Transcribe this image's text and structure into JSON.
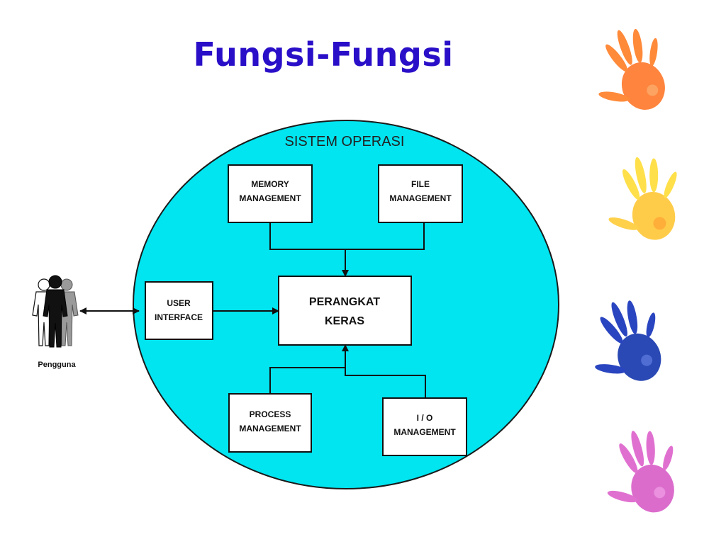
{
  "slide": {
    "title": "Fungsi-Fungsi"
  },
  "diagram": {
    "circle_label": "SISTEM OPERASI",
    "user_label": "Pengguna",
    "boxes": {
      "memory": [
        "MEMORY",
        "MANAGEMENT"
      ],
      "file": [
        "FILE",
        "MANAGEMENT"
      ],
      "user_interface": [
        "USER",
        "INTERFACE"
      ],
      "hardware": [
        "PERANGKAT",
        "KERAS"
      ],
      "process": [
        "PROCESS",
        "MANAGEMENT"
      ],
      "io": [
        "I / O",
        "MANAGEMENT"
      ]
    },
    "colors": {
      "circle_fill": "#00e5f0",
      "title": "#2a0fc8"
    }
  },
  "decorations": {
    "hand_icons": [
      "orange-hand-icon",
      "yellow-hand-icon",
      "blue-hand-icon",
      "pink-hand-icon"
    ]
  }
}
